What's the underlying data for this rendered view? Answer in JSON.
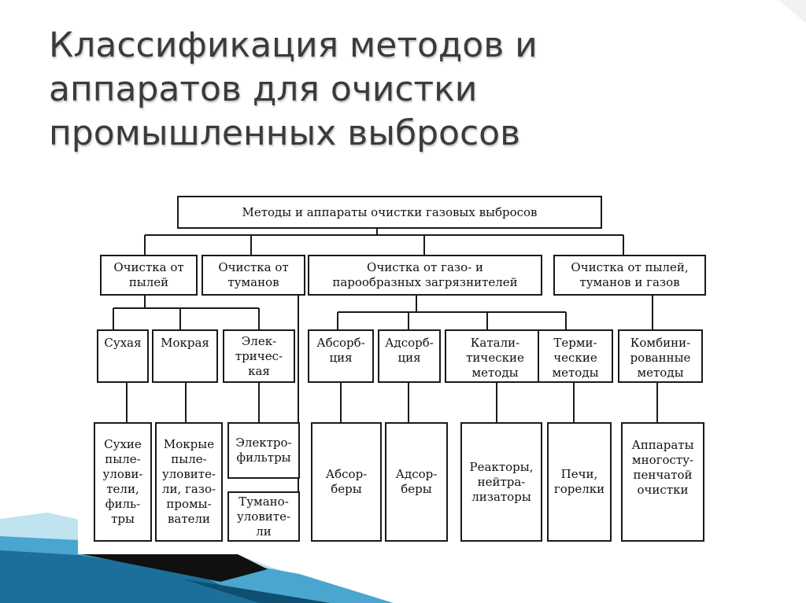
{
  "title": {
    "lines": [
      "Классификация методов и",
      "аппаратов для очистки",
      "промышленных выбросов"
    ]
  },
  "diagram": {
    "root": "Методы и аппараты очистки газовых выбросов",
    "groups": [
      "Очистка от\nпылей",
      "Очистка от\nтуманов",
      "Очистка от газо- и\nпарообразных загрязнителей",
      "Очистка от пылей,\nтуманов и газов"
    ],
    "methods": [
      "Сухая",
      "Мокрая",
      "Элек-\nтричес-\nкая",
      "Абсорб-\nция",
      "Адсорб-\nция",
      "Катали-\nтические\nметоды",
      "Терми-\nческие\nметоды",
      "Комбини-\nрованные\nметоды"
    ],
    "apparatus": [
      "Сухие\nпыле-\nулови-\nтели,\nфиль-\nтры",
      "Мокрые\nпыле-\nуловите-\nли, газо-\nпромы-\nватели",
      "Электро-\nфильтры",
      "Тумано-\nуловите-\nли",
      "Абсор-\nберы",
      "Адсор-\nберы",
      "Реакторы,\nнейтра-\nлизаторы",
      "Печи,\nгорелки",
      "Аппараты\nмногосту-\nпенчатой\nочистки"
    ]
  }
}
